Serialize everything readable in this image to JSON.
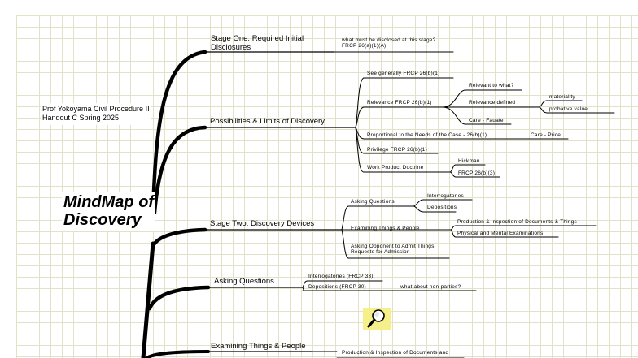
{
  "handout": {
    "line1": "Prof Yokoyama Civil Procedure II",
    "line2": "Handout C Spring 2025"
  },
  "title": {
    "line1": "MindMap of",
    "line2": "Discovery"
  },
  "branches": {
    "stage_one": {
      "label_line1": "Stage One: Required Initial",
      "label_line2": "Disclosures",
      "note_line1": "what must be disclosed at this stage?",
      "note_line2": "FRCP 26(a)(1)(A)"
    },
    "possibilities": {
      "label": "Possibilities & Limits of Discovery",
      "see_generally": "See generally FRCP 26(b)(1)",
      "relevance": "Relevance FRCP 26(b)(1)",
      "relevant_to_what": "Relevant to what?",
      "relevance_defined": "Relevance defined",
      "materiality": "materiality",
      "probative_value": "probative value",
      "care_fauate": "Care - Fauate",
      "proportional": "Proportional to the Needs of the Case - 26(b)(1)",
      "care_price": "Care - Price",
      "privilege": "Privilege FRCP 26(b)(1)",
      "work_product": "Work Product Doctrine",
      "hickman": "Hickman",
      "frcp_26b3": "FRCP 26(b)(3)"
    },
    "stage_two": {
      "label": "Stage Two: Discovery Devices",
      "asking_questions": "Asking Questions",
      "interrogatories": "Interrogatories",
      "depositions": "Depositions",
      "examining": "Examining Things & People",
      "production": "Production & Inspection of Documents & Things",
      "physical": "Physical and Mental Examinations",
      "asking_opponent_line1": "Asking Opponent to Admit Things:",
      "asking_opponent_line2": "Requests for Admission"
    },
    "asking_questions": {
      "label": "Asking Questions",
      "interrogatories": "Interrogatories (FRCP 33)",
      "depositions": "Depositions (FRCP 30)",
      "non_parties": "what about non-parties?"
    },
    "examining": {
      "label": "Examining Things & People",
      "production_partial": "Production & Inspection of Documents and"
    }
  },
  "icons": {
    "magnifier": "magnifying-glass-icon"
  }
}
